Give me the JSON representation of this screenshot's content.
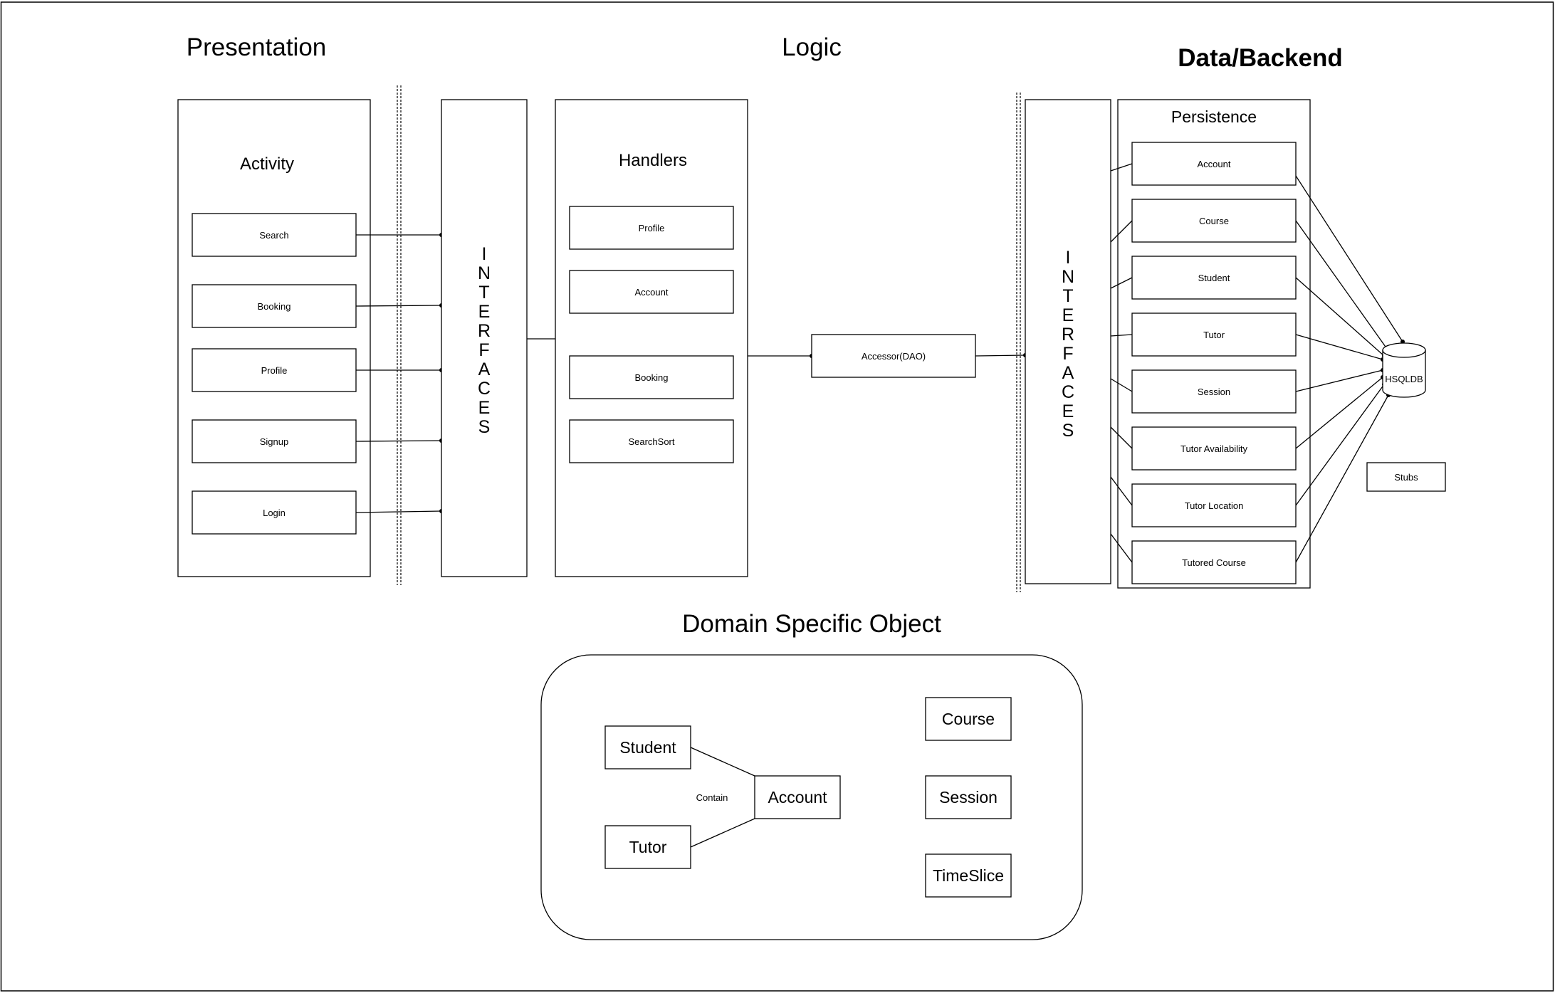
{
  "layers": {
    "presentation": "Presentation",
    "logic": "Logic",
    "data": "Data/Backend"
  },
  "activity": {
    "title": "Activity",
    "items": [
      "Search",
      "Booking",
      "Profile",
      "Signup",
      "Login"
    ]
  },
  "interfaces_left": {
    "letters": [
      "I",
      "N",
      "T",
      "E",
      "R",
      "F",
      "A",
      "C",
      "E",
      "S"
    ]
  },
  "handlers": {
    "title": "Handlers",
    "items": [
      "Profile",
      "Account",
      "Booking",
      "SearchSort"
    ]
  },
  "accessor": {
    "label": "Accessor(DAO)"
  },
  "interfaces_right": {
    "letters": [
      "I",
      "N",
      "T",
      "E",
      "R",
      "F",
      "A",
      "C",
      "E",
      "S"
    ]
  },
  "persistence": {
    "title": "Persistence",
    "items": [
      "Account",
      "Course",
      "Student",
      "Tutor",
      "Session",
      "Tutor Availability",
      "Tutor Location",
      "Tutored Course"
    ]
  },
  "database": {
    "label": "HSQLDB"
  },
  "stubs": {
    "label": "Stubs"
  },
  "domain": {
    "title": "Domain Specific Object",
    "student": "Student",
    "tutor": "Tutor",
    "account": "Account",
    "contain": "Contain",
    "others": [
      "Course",
      "Session",
      "TimeSlice"
    ]
  }
}
